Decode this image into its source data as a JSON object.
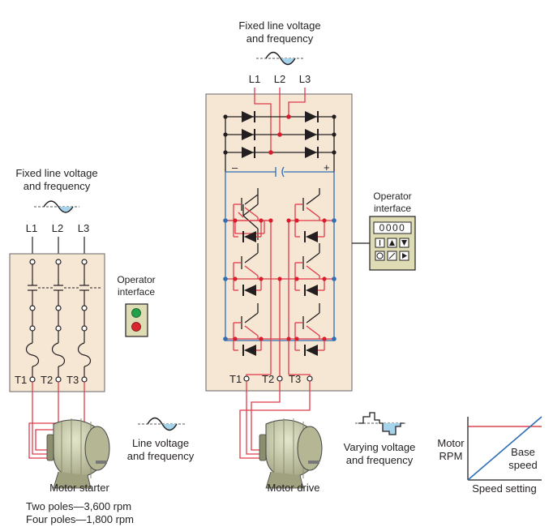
{
  "left": {
    "supply_line1": "Fixed line voltage",
    "supply_line2": "and frequency",
    "lines": [
      "L1",
      "L2",
      "L3"
    ],
    "terminals": [
      "T1",
      "T2",
      "T3"
    ],
    "operator_label_line1": "Operator",
    "operator_label_line2": "interface",
    "output_line1": "Line voltage",
    "output_line2": "and frequency",
    "caption": "Motor starter",
    "speed_line1": "Two poles—3,600 rpm",
    "speed_line2": "Four poles—1,800 rpm"
  },
  "right": {
    "supply_line1": "Fixed line voltage",
    "supply_line2": "and frequency",
    "lines": [
      "L1",
      "L2",
      "L3"
    ],
    "terminals": [
      "T1",
      "T2",
      "T3"
    ],
    "dc_minus": "–",
    "dc_plus": "+",
    "operator_label_line1": "Operator",
    "operator_label_line2": "interface",
    "display": "0000",
    "output_line1": "Varying voltage",
    "output_line2": "and frequency",
    "caption": "Motor drive"
  },
  "graph": {
    "ylabel_line1": "Motor",
    "ylabel_line2": "RPM",
    "annotation_line1": "Base",
    "annotation_line2": "speed",
    "xlabel": "Speed setting"
  },
  "colors": {
    "panel": "#f6e7d4",
    "wire": "#e03a4a",
    "dc_bus": "#2e6fb5",
    "dot_red": "#d81e2c",
    "dot_blue": "#2e6fb5",
    "motor": "#c4c6a4",
    "interface": "#dedcb4",
    "led_green": "#22a14a",
    "led_red": "#d8252e",
    "wave_fill": "#a6d4ec"
  }
}
